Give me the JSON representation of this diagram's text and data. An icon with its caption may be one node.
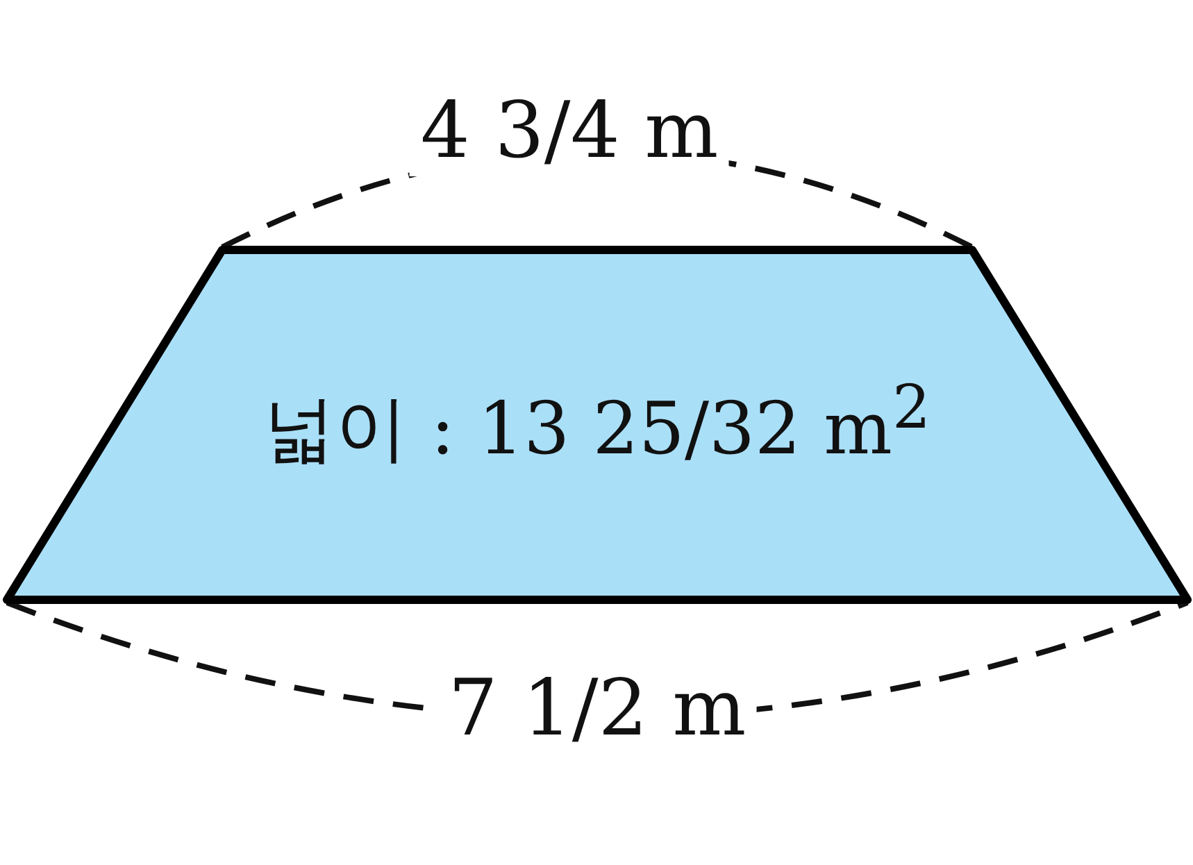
{
  "diagram": {
    "nodes": [
      {
        "text": [
          "넓이 : 13 25/32 m$^{2}$"
        ]
      }
    ],
    "labels": [
      "4 3/4 m",
      "7 1/2 m"
    ]
  }
}
